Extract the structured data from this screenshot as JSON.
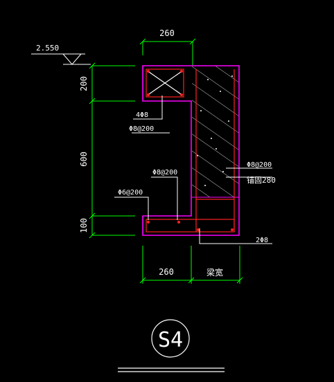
{
  "colors": {
    "background": "#000000",
    "outline": "#ff00ff",
    "rebar": "#ff2020",
    "dimension": "#00ff00",
    "text": "#ffffff",
    "hatch": "#ffffff",
    "section_mark": "#ffffff"
  },
  "dimensions": {
    "top_width": "260",
    "bottom_width": "260",
    "beam_width": "梁宽",
    "height_top": "200",
    "height_mid": "600",
    "height_bottom": "100"
  },
  "elevation": "2.550",
  "annotations": {
    "top_bars": "4Φ8",
    "top_stirrup": "Φ8@200",
    "mid_stirrup": "Φ8@200",
    "bottom_stirrup": "Φ6@200",
    "right_stirrup": "Φ8@200",
    "anchor": "锚固280",
    "bottom_bars": "2Φ8"
  },
  "section_label": "S4"
}
